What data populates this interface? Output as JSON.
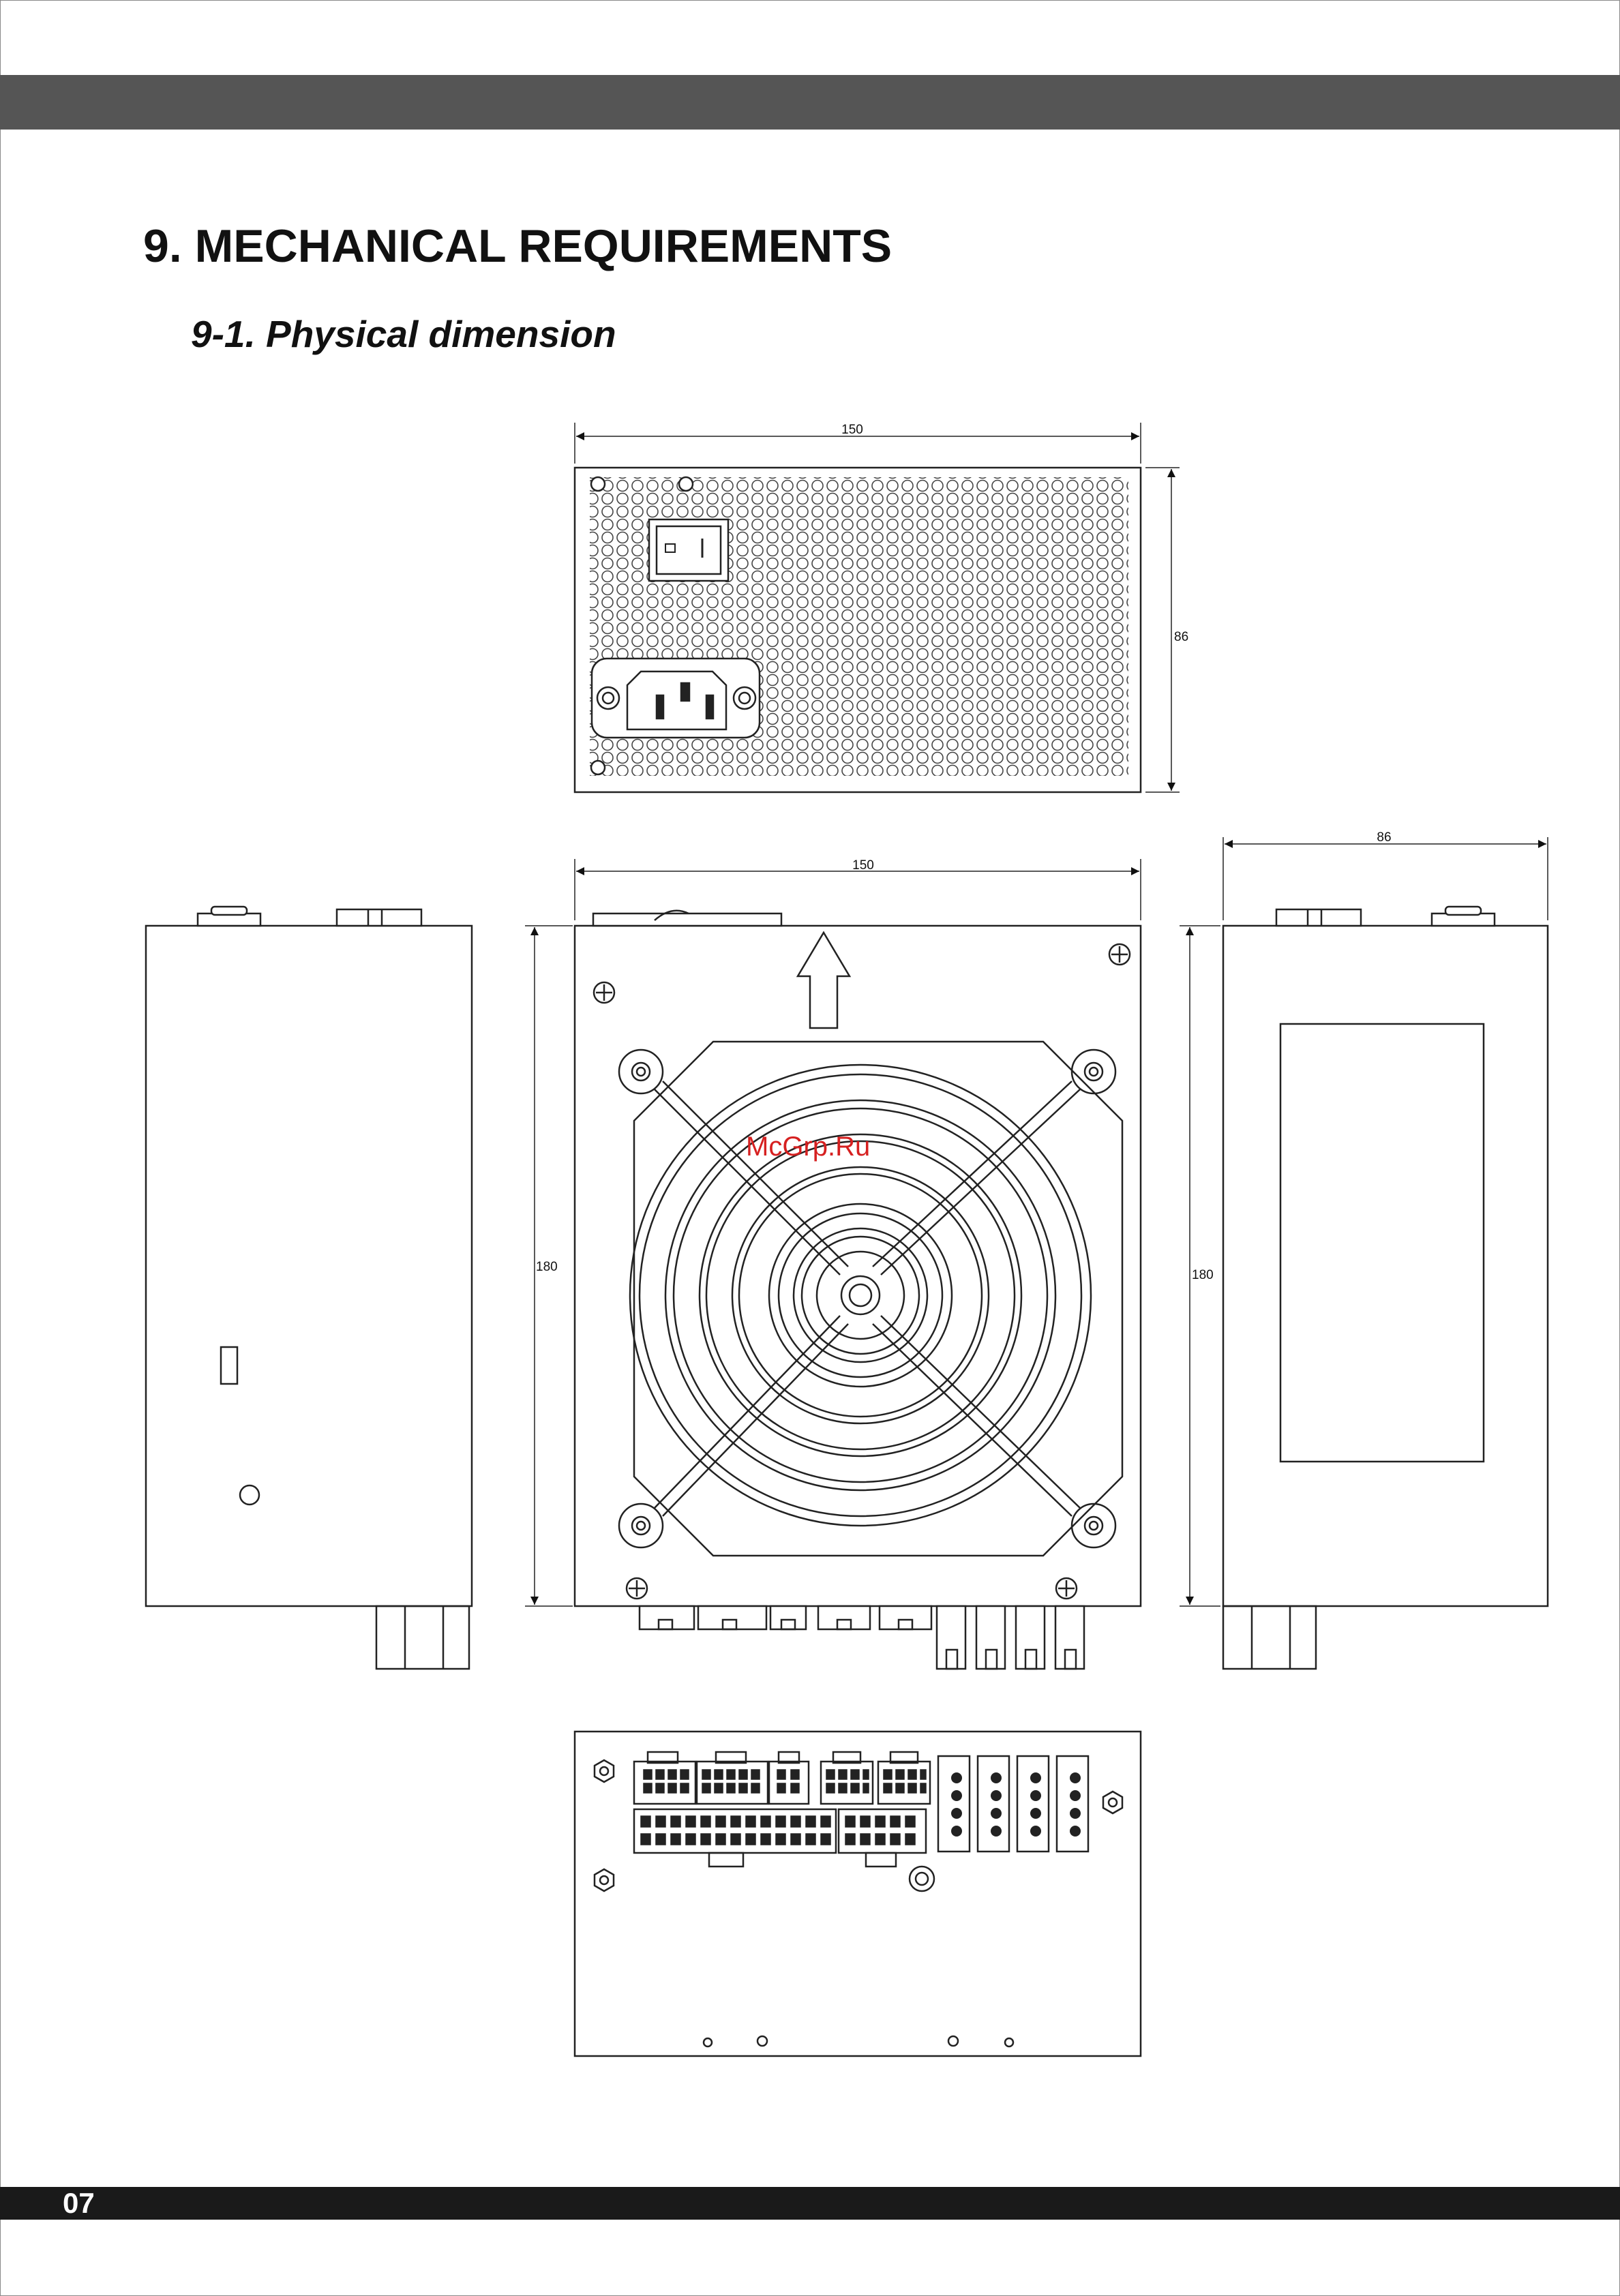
{
  "header": {
    "section_title": "9. MECHANICAL REQUIREMENTS",
    "subsection_title": "9-1. Physical dimension"
  },
  "drawing": {
    "rear_view": {
      "width_label": "150",
      "height_label": "86"
    },
    "top_view": {
      "width_label": "150",
      "height_label": "180"
    },
    "side_view_right": {
      "width_label": "86",
      "height_label": "180"
    }
  },
  "watermark": "McGrp.Ru",
  "footer": {
    "page_number": "07"
  },
  "colors": {
    "header_bar": "#555555",
    "footer_bar": "#1a1a1a",
    "watermark": "#d62020",
    "line": "#222222"
  }
}
